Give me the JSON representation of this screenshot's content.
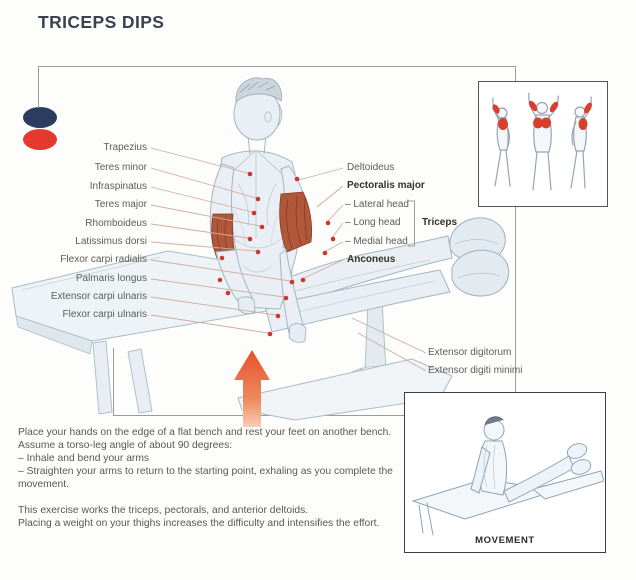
{
  "title": "TRICEPS DIPS",
  "difficulty": {
    "oval1_color": "#2b3d5e",
    "oval2_color": "#e4392d"
  },
  "anatomy_labels": {
    "left": [
      "Trapezius",
      "Teres minor",
      "Infraspinatus",
      "Teres major",
      "Rhomboideus",
      "Latissimus dorsi",
      "Flexor carpi radialis",
      "Palmaris longus",
      "Extensor carpi ulnaris",
      "Flexor carpi ulnaris"
    ],
    "right": [
      "Deltoideus",
      "Pectoralis major",
      "– Lateral head",
      "– Long head",
      "– Medial head",
      "Anconeus"
    ],
    "triceps_group": "Triceps",
    "lower_right": [
      "Extensor digitorum",
      "Extensor digiti minimi"
    ]
  },
  "instructions": {
    "p1": "Place your hands on the edge of a flat bench and rest your feet on another bench. Assume a torso-leg angle of about 90 degrees:",
    "p2": "– Inhale and bend your arms",
    "p3": "– Straighten your arms to return to the starting point, exhaling as you complete the movement.",
    "p4": "This exercise works the triceps, pectorals, and anterior deltoids.",
    "p5": "Placing a weight on your thighs increases the difficulty and intensifies the effort."
  },
  "movement_box": {
    "caption": "MOVEMENT"
  },
  "colors": {
    "highlight_red": "#c9372a",
    "muscle_red": "#b0583a",
    "figure_line": "#a0b4c1",
    "leader_line": "#d3aba0",
    "frame_line": "#9b9b9b"
  }
}
